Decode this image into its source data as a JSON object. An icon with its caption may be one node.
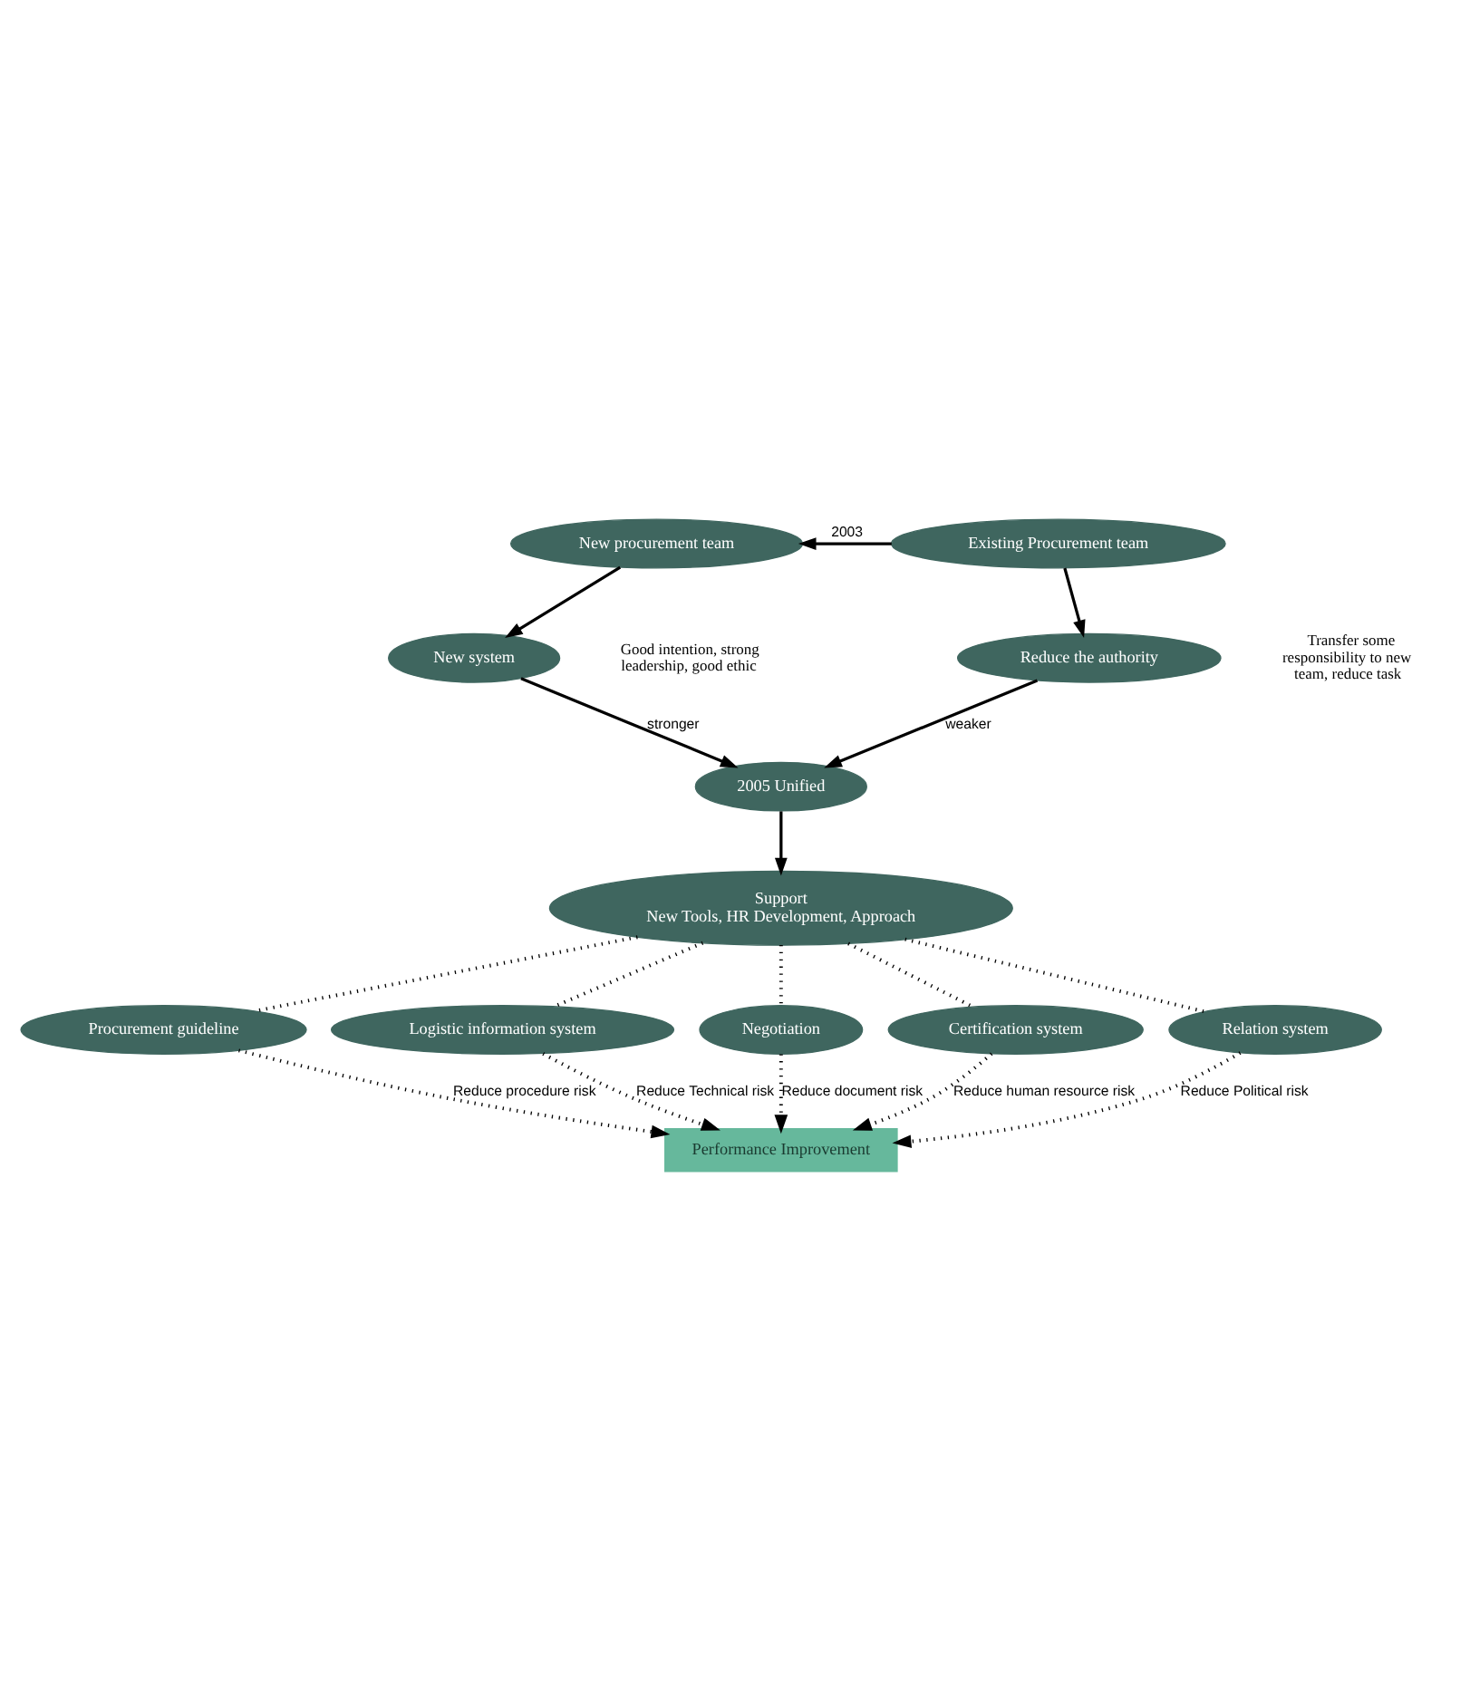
{
  "diagram": {
    "nodes": [
      {
        "text": [
          "New procurement team"
        ]
      },
      {
        "text": [
          "Existing Procurement team"
        ]
      },
      {
        "text": [
          "New system"
        ],
        "beside": [
          "Good intention, strong leadership, good ethic"
        ]
      },
      {
        "text": [
          "Reduce the authority"
        ],
        "beside": [
          "Transfer some responsibility to new team, reduce task"
        ]
      },
      {
        "text": [
          "2005 Unified"
        ]
      },
      {
        "text": [
          "Support",
          "New Tools, HR Development, Approach"
        ]
      },
      {
        "text": [
          "Procurement guideline"
        ]
      },
      {
        "text": [
          "Logistic information system"
        ]
      },
      {
        "text": [
          "Negotiation"
        ]
      },
      {
        "text": [
          "Certification system"
        ]
      },
      {
        "text": [
          "Relation system"
        ]
      },
      {
        "text": [
          "Performance Improvement"
        ]
      }
    ],
    "edges": [
      {
        "from": 1,
        "to": 0,
        "arrow": "to",
        "label": "2003"
      },
      {
        "from": 0,
        "to": 2,
        "arrow": "to"
      },
      {
        "from": 1,
        "to": 3,
        "arrow": "to"
      },
      {
        "from": 2,
        "to": 4,
        "arrow": "to",
        "label": "stronger"
      },
      {
        "from": 3,
        "to": 4,
        "arrow": "to",
        "label": "weaker"
      },
      {
        "from": 4,
        "to": 5,
        "arrow": "to"
      },
      {
        "from": 5,
        "to": 6,
        "arrow": "none",
        "style": "dashed"
      },
      {
        "from": 5,
        "to": 7,
        "arrow": "none",
        "style": "dashed"
      },
      {
        "from": 5,
        "to": 8,
        "arrow": "none",
        "style": "dashed"
      },
      {
        "from": 5,
        "to": 9,
        "arrow": "none",
        "style": "dashed"
      },
      {
        "from": 5,
        "to": 10,
        "arrow": "none",
        "style": "dashed"
      },
      {
        "from": 6,
        "to": 11,
        "arrow": "to",
        "style": "dashed",
        "label": "Reduce procedure risk"
      },
      {
        "from": 7,
        "to": 11,
        "arrow": "to",
        "style": "dashed",
        "label": "Reduce Technical risk"
      },
      {
        "from": 8,
        "to": 11,
        "arrow": "to",
        "style": "dashed",
        "label": "Reduce document risk"
      },
      {
        "from": 9,
        "to": 11,
        "arrow": "to",
        "style": "dashed",
        "label": "Reduce human resource risk"
      },
      {
        "from": 10,
        "to": 11,
        "arrow": "to",
        "style": "dashed",
        "label": "Reduce Political risk"
      }
    ]
  }
}
